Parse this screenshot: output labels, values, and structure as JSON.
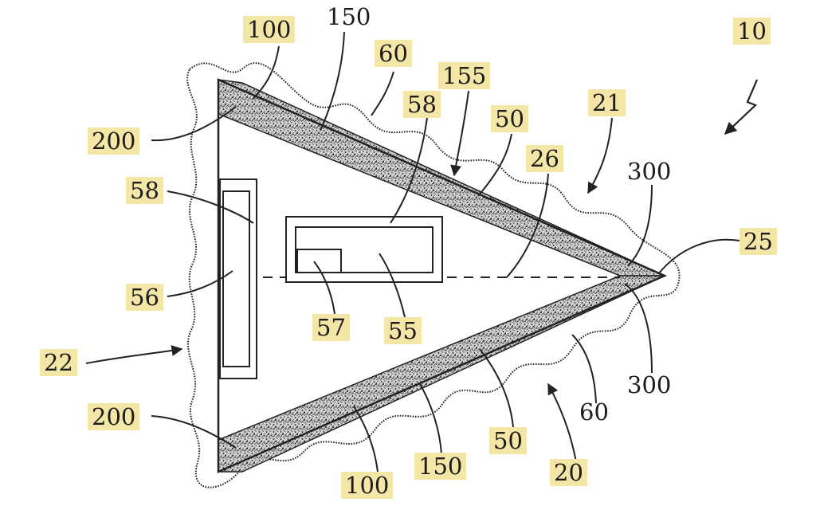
{
  "colors": {
    "line": "#222222",
    "highlight": "#f4e6a6",
    "background": "#ffffff"
  },
  "icons": [
    "arrow-icon",
    "lightning-arrow-icon"
  ],
  "labels": {
    "l10": "10",
    "l100_top": "100",
    "l150_top": "150",
    "l60_top": "60",
    "l155": "155",
    "l58_center": "58",
    "l50_top": "50",
    "l21": "21",
    "l200_top": "200",
    "l26": "26",
    "l300_top": "300",
    "l58_left": "58",
    "l25": "25",
    "l56": "56",
    "l57": "57",
    "l55": "55",
    "l22": "22",
    "l300_bottom": "300",
    "l60_bottom": "60",
    "l200_bottom": "200",
    "l50_bottom": "50",
    "l150_bottom": "150",
    "l20": "20",
    "l100_bottom": "100"
  }
}
